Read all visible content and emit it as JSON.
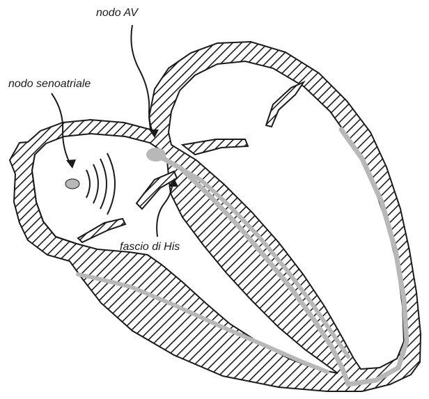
{
  "labels": {
    "av_node": "nodo AV",
    "sa_node": "nodo senoatriale",
    "his_bundle": "fascio di His"
  },
  "colors": {
    "outline": "#1a1a1a",
    "conduction": "#b8b8b8",
    "background": "#ffffff"
  }
}
